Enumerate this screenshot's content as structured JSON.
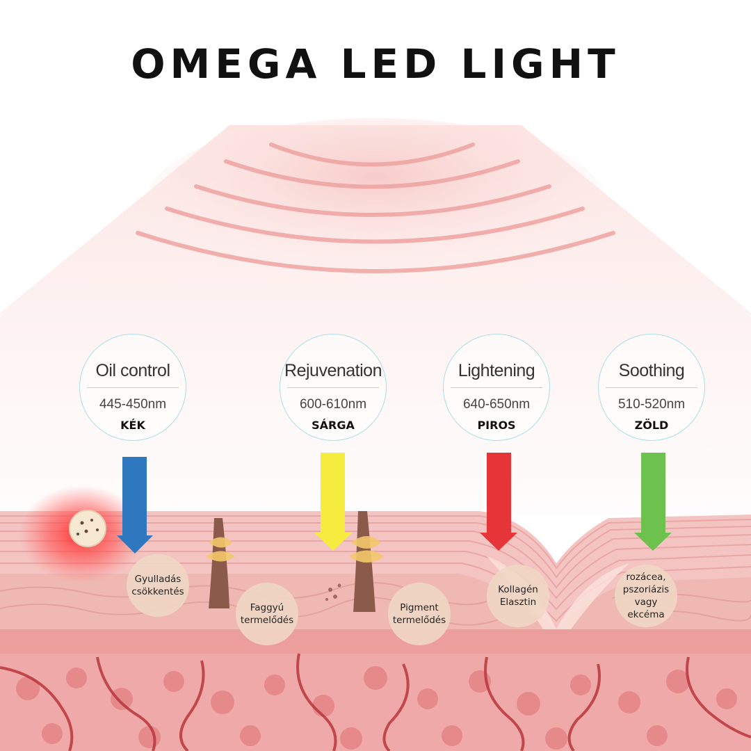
{
  "title": "OMEGA LED LIGHT",
  "colors": {
    "blue": "#2f78c0",
    "yellow": "#f5ec3f",
    "red": "#e53538",
    "green": "#6cc24d",
    "circle_border": "#a9dfe5",
    "bubble": "#f0d6c4",
    "skin": "#f2b8b6"
  },
  "lights": [
    {
      "name": "Oil control",
      "range": "445-450nm",
      "color": "KÉK"
    },
    {
      "name": "Rejuvenation",
      "range": "600-610nm",
      "color": "SÁRGA"
    },
    {
      "name": "Lightening",
      "range": "640-650nm",
      "color": "PIROS"
    },
    {
      "name": "Soothing",
      "range": "510-520nm",
      "color": "ZÖLD"
    }
  ],
  "effects": [
    {
      "text": "Gyulladás\ncsökkentés"
    },
    {
      "text": "Faggyú\ntermelődés"
    },
    {
      "text": "Pigment\ntermelődés"
    },
    {
      "text": "Kollagén\nElasztin"
    },
    {
      "text": "rozácea,\npszoriázis\nvagy ekcéma"
    }
  ]
}
